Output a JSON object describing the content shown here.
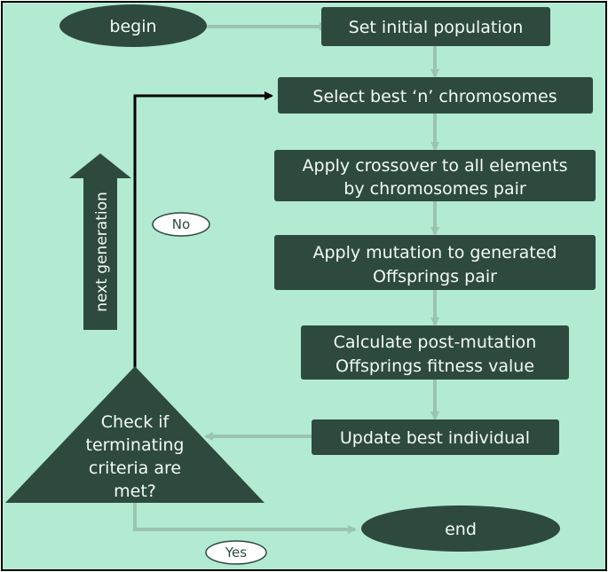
{
  "nodes": {
    "begin": "begin",
    "set_population": "Set initial population",
    "select_best": "Select best ‘n’ chromosomes",
    "crossover_line1": "Apply crossover to all elements",
    "crossover_line2": "by chromosomes pair",
    "mutation_line1": "Apply mutation to generated",
    "mutation_line2": "Offsprings pair",
    "fitness_line1": "Calculate post-mutation",
    "fitness_line2": "Offsprings fitness value",
    "update_best": "Update best individual",
    "check_line1": "Check if",
    "check_line2": "terminating",
    "check_line3": "criteria are",
    "check_line4": "met?",
    "end": "end"
  },
  "labels": {
    "no": "No",
    "yes": "Yes",
    "next_generation": "next generation"
  },
  "colors": {
    "background": "#b3ead2",
    "box": "#2e4a3e",
    "box_text": "#f2fbf6",
    "flow_arrow": "#9bc4b0",
    "loop_arrow": "#000000",
    "frame": "#000000"
  }
}
